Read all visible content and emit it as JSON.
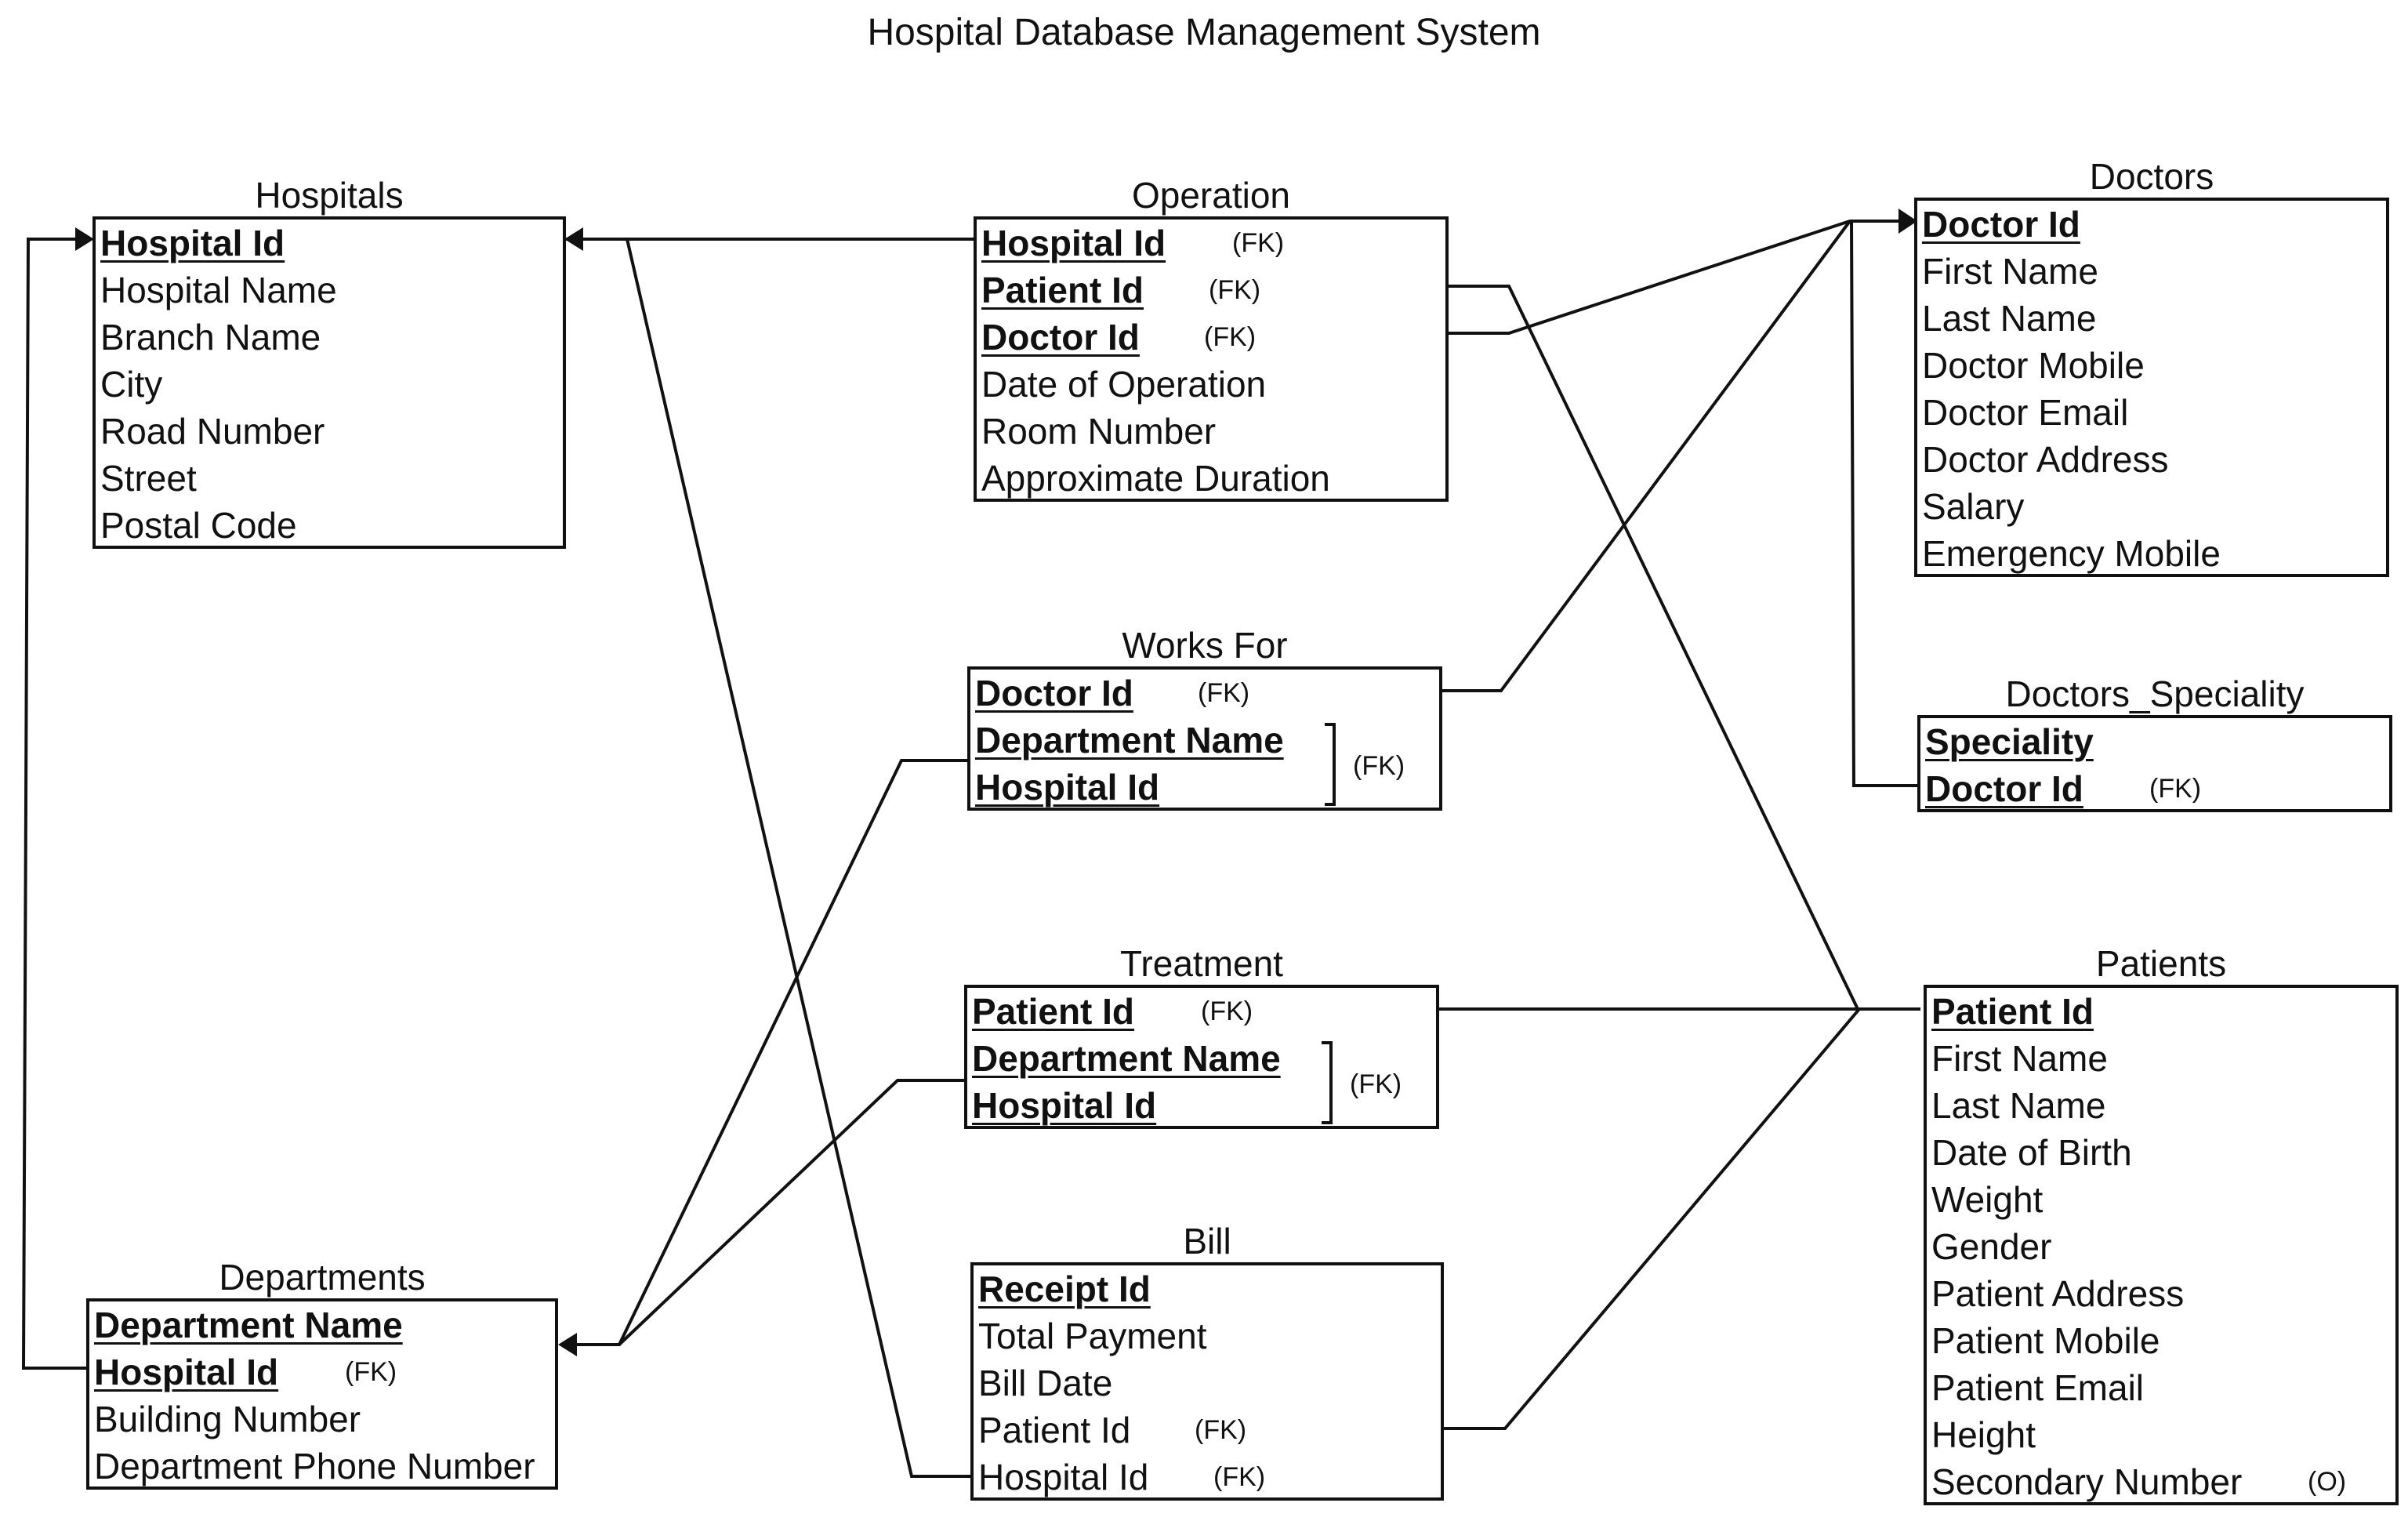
{
  "title": "Hospital Database Management System",
  "entities": {
    "hospitals": {
      "title": "Hospitals",
      "attrs": [
        {
          "name": "Hospital Id",
          "pk": true,
          "tag": ""
        },
        {
          "name": "Hospital Name",
          "pk": false,
          "tag": ""
        },
        {
          "name": "Branch Name",
          "pk": false,
          "tag": ""
        },
        {
          "name": "City",
          "pk": false,
          "tag": ""
        },
        {
          "name": "Road Number",
          "pk": false,
          "tag": ""
        },
        {
          "name": "Street",
          "pk": false,
          "tag": ""
        },
        {
          "name": "Postal Code",
          "pk": false,
          "tag": ""
        }
      ]
    },
    "operation": {
      "title": "Operation",
      "attrs": [
        {
          "name": "Hospital Id",
          "pk": true,
          "tag": "(FK)"
        },
        {
          "name": "Patient Id",
          "pk": true,
          "tag": "(FK)"
        },
        {
          "name": "Doctor Id",
          "pk": true,
          "tag": "(FK)"
        },
        {
          "name": "Date of Operation",
          "pk": false,
          "tag": ""
        },
        {
          "name": "Room Number",
          "pk": false,
          "tag": ""
        },
        {
          "name": "Approximate Duration",
          "pk": false,
          "tag": ""
        }
      ]
    },
    "doctors": {
      "title": "Doctors",
      "attrs": [
        {
          "name": "Doctor Id",
          "pk": true,
          "tag": ""
        },
        {
          "name": "First Name",
          "pk": false,
          "tag": ""
        },
        {
          "name": "Last Name",
          "pk": false,
          "tag": ""
        },
        {
          "name": "Doctor Mobile",
          "pk": false,
          "tag": ""
        },
        {
          "name": "Doctor Email",
          "pk": false,
          "tag": ""
        },
        {
          "name": "Doctor Address",
          "pk": false,
          "tag": ""
        },
        {
          "name": "Salary",
          "pk": false,
          "tag": ""
        },
        {
          "name": "Emergency Mobile",
          "pk": false,
          "tag": ""
        }
      ]
    },
    "works_for": {
      "title": "Works For",
      "attrs": [
        {
          "name": "Doctor Id",
          "pk": true,
          "tag": "(FK)"
        },
        {
          "name": "Department Name",
          "pk": true,
          "tag": ""
        },
        {
          "name": "Hospital Id",
          "pk": true,
          "tag": ""
        }
      ],
      "group_tag": "(FK)"
    },
    "doctors_speciality": {
      "title": "Doctors_Speciality",
      "attrs": [
        {
          "name": "Speciality",
          "pk": true,
          "tag": ""
        },
        {
          "name": "Doctor Id",
          "pk": true,
          "tag": "(FK)"
        }
      ]
    },
    "treatment": {
      "title": "Treatment",
      "attrs": [
        {
          "name": "Patient Id",
          "pk": true,
          "tag": "(FK)"
        },
        {
          "name": "Department Name",
          "pk": true,
          "tag": ""
        },
        {
          "name": "Hospital Id",
          "pk": true,
          "tag": ""
        }
      ],
      "group_tag": "(FK)"
    },
    "patients": {
      "title": "Patients",
      "attrs": [
        {
          "name": "Patient Id",
          "pk": true,
          "tag": ""
        },
        {
          "name": "First Name",
          "pk": false,
          "tag": ""
        },
        {
          "name": "Last Name",
          "pk": false,
          "tag": ""
        },
        {
          "name": "Date of Birth",
          "pk": false,
          "tag": ""
        },
        {
          "name": "Weight",
          "pk": false,
          "tag": ""
        },
        {
          "name": "Gender",
          "pk": false,
          "tag": ""
        },
        {
          "name": "Patient Address",
          "pk": false,
          "tag": ""
        },
        {
          "name": "Patient Mobile",
          "pk": false,
          "tag": ""
        },
        {
          "name": "Patient Email",
          "pk": false,
          "tag": ""
        },
        {
          "name": "Height",
          "pk": false,
          "tag": ""
        },
        {
          "name": "Secondary Number",
          "pk": false,
          "tag": "(O)"
        }
      ]
    },
    "departments": {
      "title": "Departments",
      "attrs": [
        {
          "name": "Department Name",
          "pk": true,
          "tag": ""
        },
        {
          "name": "Hospital Id",
          "pk": true,
          "tag": "(FK)"
        },
        {
          "name": "Building Number",
          "pk": false,
          "tag": ""
        },
        {
          "name": "Department Phone Number",
          "pk": false,
          "tag": ""
        }
      ]
    },
    "bill": {
      "title": "Bill",
      "attrs": [
        {
          "name": "Receipt Id",
          "pk": true,
          "tag": ""
        },
        {
          "name": "Total Payment",
          "pk": false,
          "tag": ""
        },
        {
          "name": "Bill Date",
          "pk": false,
          "tag": ""
        },
        {
          "name": "Patient Id",
          "pk": false,
          "tag": "(FK)"
        },
        {
          "name": "Hospital Id",
          "pk": false,
          "tag": "(FK)"
        }
      ]
    }
  }
}
